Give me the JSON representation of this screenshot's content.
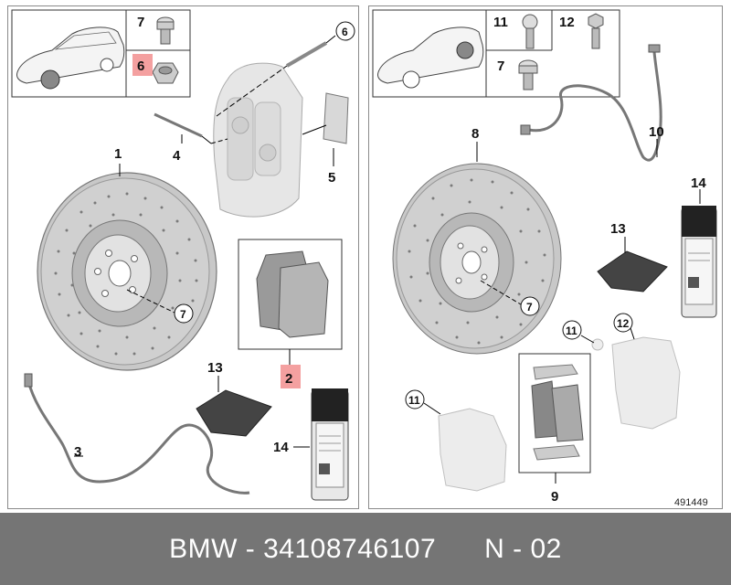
{
  "footer": {
    "brand": "BMW",
    "separator1": "-",
    "part_number": "34108746107",
    "gap": "",
    "position": "N - 02"
  },
  "left_panel": {
    "callouts": {
      "n1": "1",
      "n2": "2",
      "n3": "3",
      "n4": "4",
      "n5": "5",
      "n6": "6",
      "n7_box": "7",
      "n6_box": "6",
      "n7_disc": "7",
      "n13": "13",
      "n14": "14"
    },
    "highlighted": [
      "2",
      "6"
    ],
    "highlight_color": "#f4a0a0"
  },
  "right_panel": {
    "callouts": {
      "n7_box": "7",
      "n8": "8",
      "n9": "9",
      "n10": "10",
      "n11_box": "11",
      "n12_box": "12",
      "n11_a": "11",
      "n11_b": "11",
      "n12": "12",
      "n13": "13",
      "n14": "14",
      "n7_disc": "7"
    },
    "diagram_id": "491449"
  }
}
